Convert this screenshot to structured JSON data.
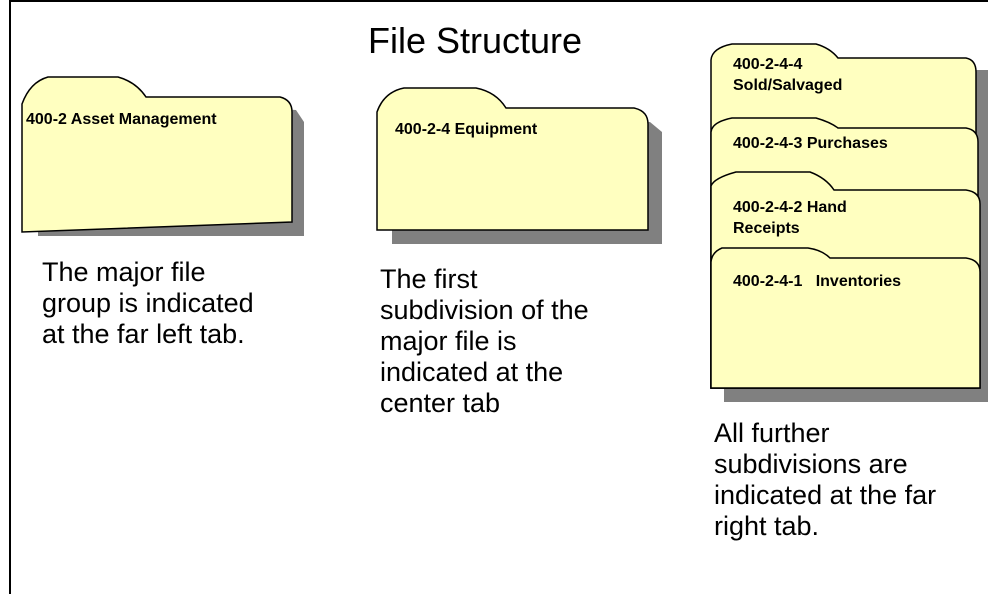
{
  "title": "File Structure",
  "folders": {
    "asset_management": "400-2 Asset Management",
    "equipment": "400-2-4 Equipment",
    "sold_salvaged_line1": "400-2-4-4",
    "sold_salvaged_line2": "Sold/Salvaged",
    "purchases": "400-2-4-3 Purchases",
    "hand_receipts_line1": "400-2-4-2 Hand",
    "hand_receipts_line2": "Receipts",
    "inventories": "400-2-4-1   Inventories"
  },
  "descriptions": {
    "left": "The major file\ngroup is indicated\nat the far left tab.",
    "center": "The first\nsubdivision of the\nmajor file is\nindicated at the\ncenter tab",
    "right": "All further\nsubdivisions are\nindicated at the far\nright tab."
  },
  "colors": {
    "folder_fill": "#FFFFC0",
    "folder_stroke": "#000000",
    "shadow": "#808080"
  }
}
